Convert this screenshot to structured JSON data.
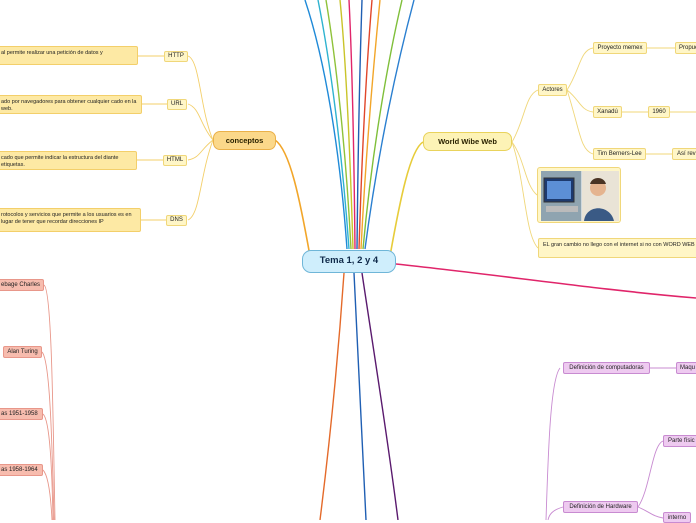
{
  "center": "Tema 1, 2 y 4",
  "conceptos": {
    "title": "conceptos",
    "items": [
      {
        "term": "HTTP",
        "definition": "al permite realizar una petición de datos y"
      },
      {
        "term": "URL",
        "definition": "ado por navegadores para obtener cualquier cado en la web."
      },
      {
        "term": "HTML",
        "definition": "cado que permite indicar la estructura del diante etiquetas."
      },
      {
        "term": "DNS",
        "definition": "rotocolos y servicios que permite a los usuarios es en lugar de tener que recordar direcciones IP"
      }
    ]
  },
  "www": {
    "title": "World Wibe Web",
    "actores": "Actores",
    "proyecto_memex": "Proyecto memex",
    "propuesta": "Propue",
    "xanadu": "Xanadú",
    "year_1960": "1960",
    "tim": "Tim Berners-Lee",
    "asi_rev": "Así rev",
    "note": "EL gran cambio no llego con el internet si no con WORD WEB"
  },
  "history": {
    "items": [
      "ebage Charles",
      "Alan Turing",
      "as 1951-1958",
      "as 1958-1964"
    ]
  },
  "hardware": {
    "def_computadoras": "Definición de computadoras",
    "maquina": "Maqu",
    "def_hardware": "Definición de Hardware",
    "parte_fisica": "Parte físic",
    "interno": "interno"
  },
  "colors": {
    "orange": "#f2a62a",
    "yellow": "#e7cc3a",
    "magenta": "#e0256a",
    "purple": "#5a1a6e",
    "salmon": "#e8856c",
    "violet": "#9b4fb5",
    "blue": "#1f5fb3"
  },
  "icons": [
    "person-photo"
  ]
}
